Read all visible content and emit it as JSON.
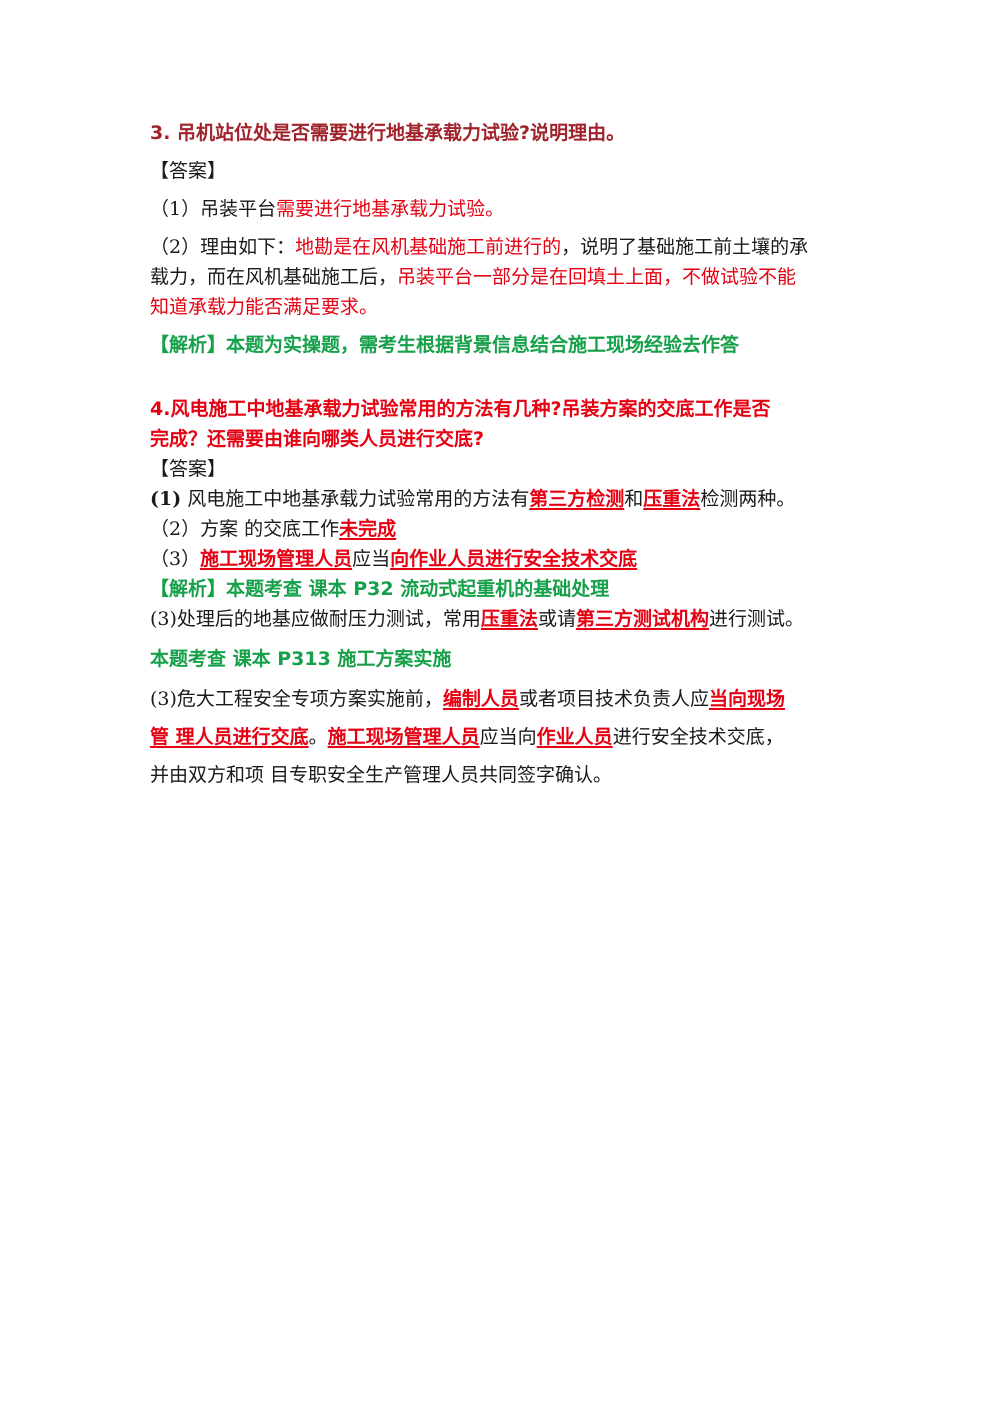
{
  "q3": {
    "title": "3.  吊机站位处是否需要进行地基承载力试验?说明理由。",
    "answer_label": "【答案】",
    "a1_prefix": "（1）吊装平台",
    "a1_red": "需要进行地基承载力试验。",
    "a2_prefix": "（2）理由如下：",
    "a2_red1": "地勘是在风机基础施工前进行的",
    "a2_mid": "，说明了基础施工前土壤的承",
    "a2_line2_prefix": "载力，而在风机基础施工后，",
    "a2_red2": "吊装平台一部分是在回填土上面，不做试验不能",
    "a2_line3_red": "知道承载力能否满足要求。",
    "analysis": "【解析】本题为实操题，需考生根据背景信息结合施工现场经验去作答"
  },
  "q4": {
    "title_line1": "4.风电施工中地基承载力试验常用的方法有几种?吊装方案的交底工作是否",
    "title_line2": "完成？还需要由谁向哪类人员进行交底?",
    "answer_label": "【答案】",
    "a1_num": "(1)",
    "a1_text": "风电施工中地基承载力试验常用的方法有",
    "a1_em1": "第三方检测",
    "a1_and": "和",
    "a1_em2": "压重法",
    "a1_tail": "检测两种。",
    "a2_text": "（2）方案  的交底工作",
    "a2_em": "未完成",
    "a3_num": "（3）",
    "a3_em1": "施工现场管理人员",
    "a3_mid": "应当",
    "a3_em2": "向作业人员进行安全技术交底",
    "analysis1": "【解析】本题考查 课本 P32 流动式起重机的基础处理",
    "ref1_prefix": "(3)处理后的地基应做耐压力测试，常用",
    "ref1_em1": "压重法",
    "ref1_mid": "或请",
    "ref1_em2": "第三方测试机构",
    "ref1_tail": "进行测试。",
    "analysis2": "本题考查 课本 P313 施工方案实施",
    "ref2_prefix": "(3)危大工程安全专项方案实施前，",
    "ref2_em1": "编制人员",
    "ref2_mid1": "或者项目技术负责人应",
    "ref2_em2": "当向现场",
    "ref2_line2_em": "管  理人员进行交底",
    "ref2_line2_mid": "。",
    "ref2_line2_em2": "施工现场管理人员",
    "ref2_line2_mid2": "应当向",
    "ref2_line2_em3": "作业人员",
    "ref2_line2_tail": "进行安全技术交底，",
    "ref2_line3": "并由双方和项  目专职安全生产管理人员共同签字确认。"
  }
}
